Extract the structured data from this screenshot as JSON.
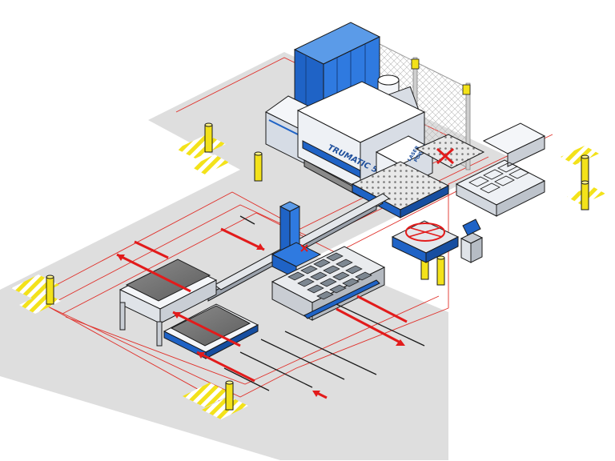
{
  "machine": {
    "model_label": "TRUMATIC 500 L",
    "laser_label_line1": "LASER",
    "laser_label_line2": "POWER"
  },
  "colors": {
    "floor": "#dcdcdc",
    "machine_blue": "#1f63c6",
    "machine_white": "#f4f6f9",
    "outline": "#1a1a1a",
    "safety_yellow": "#f3e21a",
    "flow_red": "#e21b1b",
    "fence": "#d6d6d6"
  },
  "icons": [
    "safety-post-icon",
    "flow-arrow-icon",
    "fence-icon",
    "target-cross-icon"
  ]
}
